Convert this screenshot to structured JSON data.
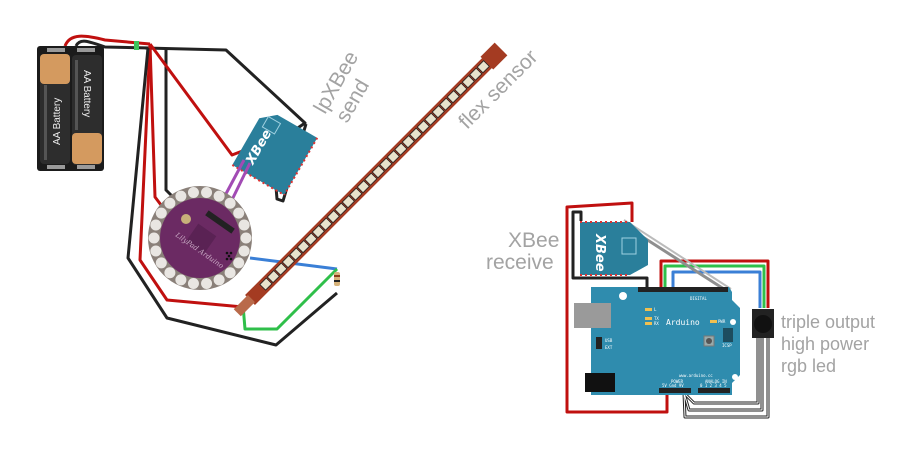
{
  "diagram": {
    "title": "Flex sensor XBee wireless RGB LED circuit",
    "labels": {
      "lpxbee_send_line1": "lpXBee",
      "lpxbee_send_line2": "send",
      "flex_sensor": "flex sensor",
      "xbee_receive_line1": "XBee",
      "xbee_receive_line2": "receive",
      "led_line1": "triple output",
      "led_line2": "high power",
      "led_line3": "rgb led"
    },
    "components": {
      "battery_label": "AA Battery",
      "xbee_logo": "XBee",
      "lilypad_text": "LilyPad Arduino",
      "arduino_text": "Arduino",
      "arduino_url": "www.arduino.cc",
      "arduino_digital": "DIGITAL",
      "arduino_power": "POWER",
      "arduino_analog": "ANALOG IN",
      "arduino_power_pins": "5V Gnd 9V",
      "arduino_analog_pins": "0 1 2 3 4 5",
      "arduino_usb": "USB",
      "arduino_ext": "EXT",
      "arduino_pwr": "PWR",
      "arduino_icsp": "ICSP",
      "arduino_l": "L",
      "arduino_tx": "TX",
      "arduino_rx": "RX"
    },
    "colors": {
      "wire_red": "#c0100f",
      "wire_black": "#222222",
      "wire_green": "#2fbf4a",
      "wire_blue": "#3a7fd6",
      "wire_purple": "#a24bb4",
      "wire_gray": "#9a9a9a",
      "xbee_teal": "#2a7f9b",
      "lilypad_purple": "#6b2a63",
      "arduino_blue": "#2f8cae",
      "flex_brown": "#a43b22",
      "label_gray": "#a3a3a3"
    }
  }
}
